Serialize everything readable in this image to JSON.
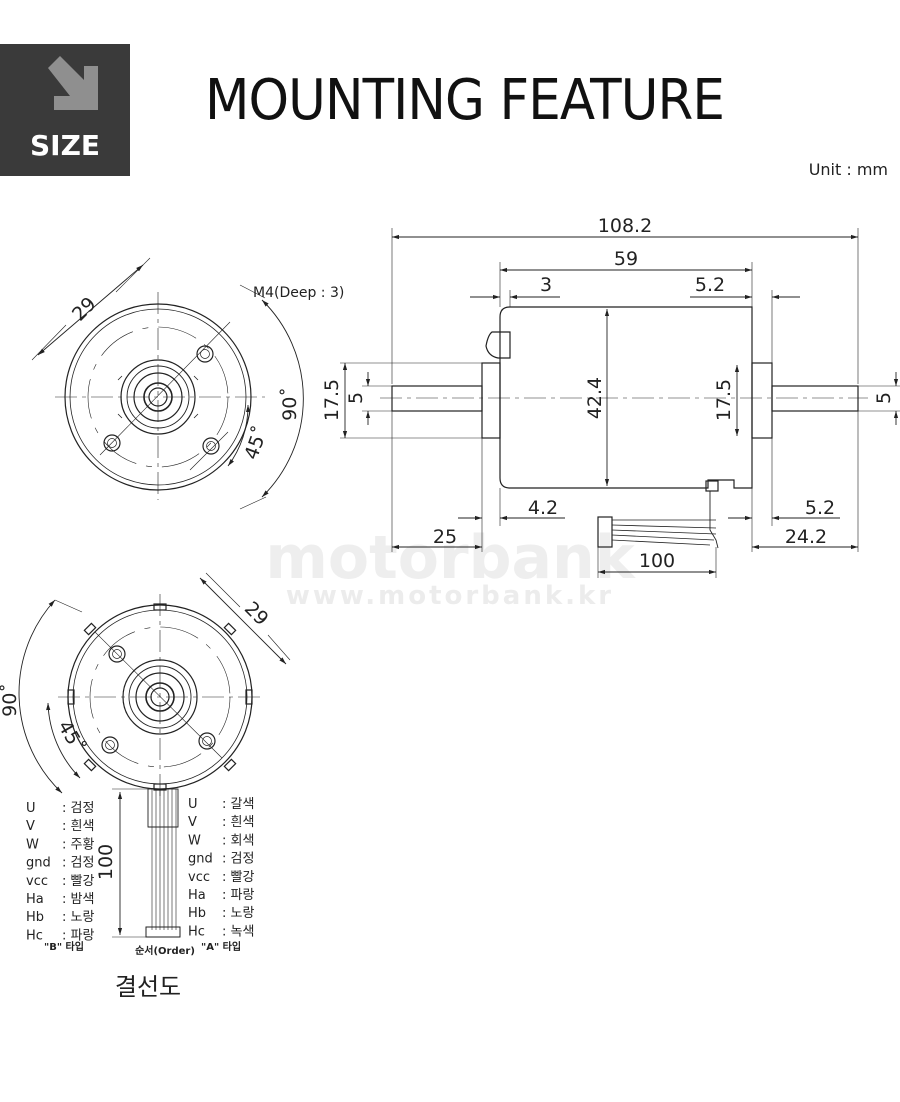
{
  "badge": {
    "label": "SIZE",
    "icon": "arrow-down-right-icon"
  },
  "title": "MOUNTING FEATURE",
  "unit": "Unit : mm",
  "watermark": {
    "brand": "motorbank",
    "url": "www.motorbank.kr"
  },
  "front_view": {
    "dim_bolt_pitch": "29",
    "thread_note": "M4(Deep : 3)",
    "angle_90": "90˚",
    "angle_45": "45˚"
  },
  "side_view": {
    "overall_length": "108.2",
    "body_length": "59",
    "left_offset": "3",
    "right_offset": "5.2",
    "body_diameter": "42.4",
    "left_boss": "17.5",
    "left_shaft": "5",
    "right_boss": "17.5",
    "right_shaft": "5",
    "bottom_left_offset": "4.2",
    "left_shaft_length": "25",
    "bottom_right_offset": "5.2",
    "right_shaft_length": "24.2",
    "cable_length": "100"
  },
  "rear_view": {
    "dim_bolt_pitch": "29",
    "angle_90": "90˚",
    "angle_45": "45˚",
    "cable_length": "100"
  },
  "legend_b": {
    "rows": [
      {
        "signal": "U",
        "color": ": 검정"
      },
      {
        "signal": "V",
        "color": ": 흰색"
      },
      {
        "signal": "W",
        "color": ": 주황"
      },
      {
        "signal": "gnd",
        "color": ": 검정"
      },
      {
        "signal": "vcc",
        "color": ": 빨강"
      },
      {
        "signal": "Ha",
        "color": ": 밤색"
      },
      {
        "signal": "Hb",
        "color": ": 노랑"
      },
      {
        "signal": "Hc",
        "color": ": 파랑"
      }
    ],
    "type_label": "\"B\" 타입"
  },
  "legend_a": {
    "rows": [
      {
        "signal": "U",
        "color": ": 갈색"
      },
      {
        "signal": "V",
        "color": ": 흰색"
      },
      {
        "signal": "W",
        "color": ": 회색"
      },
      {
        "signal": "gnd",
        "color": ": 검정"
      },
      {
        "signal": "vcc",
        "color": ": 빨강"
      },
      {
        "signal": "Ha",
        "color": ": 파랑"
      },
      {
        "signal": "Hb",
        "color": ": 노랑"
      },
      {
        "signal": "Hc",
        "color": ": 녹색"
      }
    ],
    "type_label": "\"A\" 타입"
  },
  "order_label": "순서(Order)",
  "caption": "결선도"
}
